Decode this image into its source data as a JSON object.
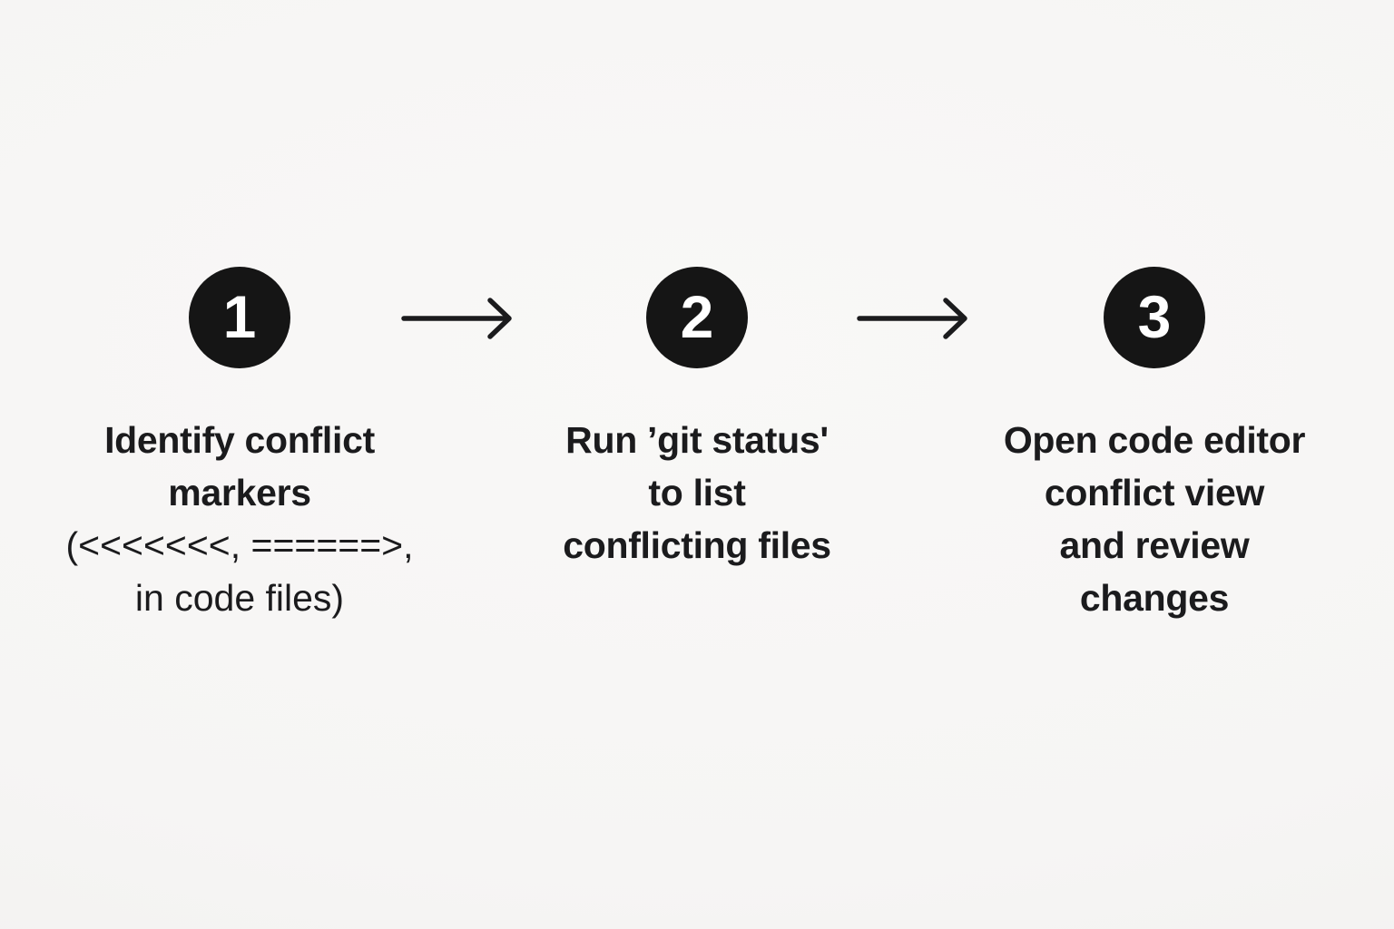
{
  "diagram": {
    "description": "Three-step git merge conflict resolution flow",
    "steps": [
      {
        "number": "1",
        "lines": [
          "Identify conflict",
          "markers",
          "(<<<<<<<, ======>,",
          "in code files)"
        ]
      },
      {
        "number": "2",
        "lines": [
          "Run ’git status'",
          "to list",
          "conflicting files"
        ]
      },
      {
        "number": "3",
        "lines": [
          "Open code editor",
          "conflict view",
          "and review",
          "changes"
        ]
      }
    ],
    "arrows": [
      {
        "name": "arrow-right-icon",
        "direction": "right"
      },
      {
        "name": "arrow-right-icon",
        "direction": "right"
      }
    ]
  },
  "colors": {
    "background": "#f6f5f4",
    "ink": "#1b1b1d",
    "circle": "#151515",
    "number": "#ffffff"
  }
}
